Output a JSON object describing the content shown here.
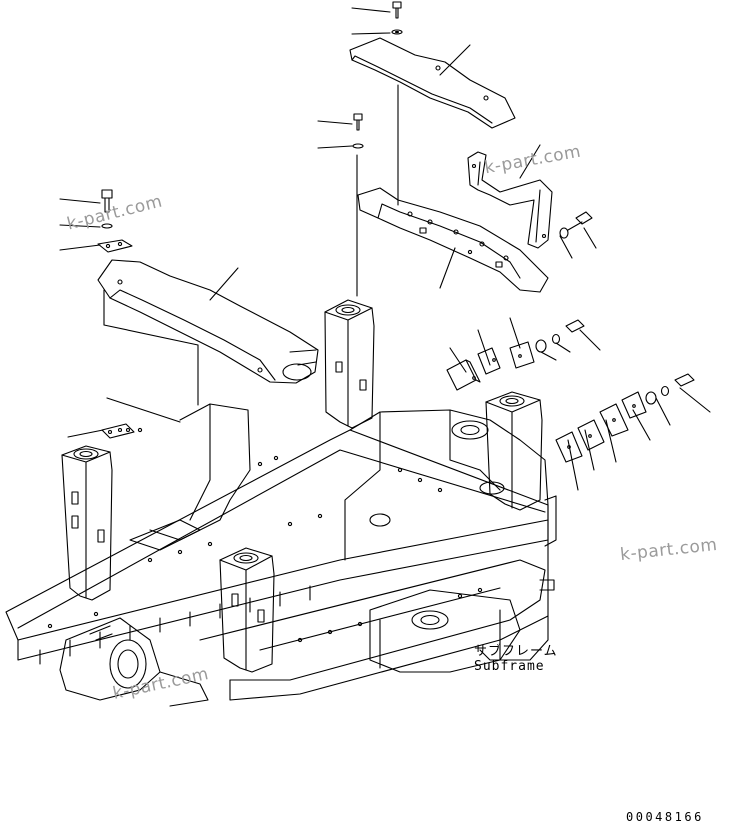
{
  "diagram": {
    "subframe_label_jp": "サブフレーム",
    "subframe_label_en": "Subframe",
    "drawing_number": "00048166",
    "watermark_text": "k-part.com",
    "line_color": "#000000",
    "watermark_color": "#9a9a9a"
  }
}
